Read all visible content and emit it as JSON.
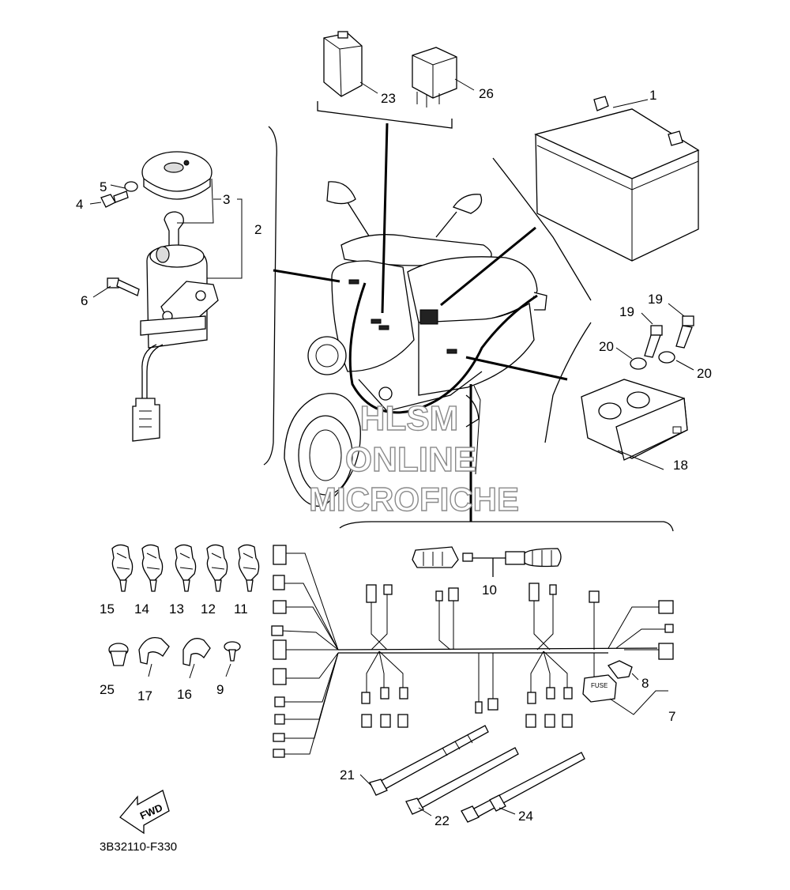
{
  "callouts": {
    "c1": "1",
    "c2": "2",
    "c3": "3",
    "c4": "4",
    "c5": "5",
    "c6": "6",
    "c7": "7",
    "c8": "8",
    "c9": "9",
    "c10": "10",
    "c11": "11",
    "c12": "12",
    "c13": "13",
    "c14": "14",
    "c15": "15",
    "c16": "16",
    "c17": "17",
    "c18": "18",
    "c19a": "19",
    "c19b": "19",
    "c20a": "20",
    "c20b": "20",
    "c21": "21",
    "c22": "22",
    "c23": "23",
    "c24": "24",
    "c25": "25",
    "c26": "26"
  },
  "watermark": {
    "line1": "HLSM",
    "line2": "ONLINE",
    "line3": "MICROFICHE"
  },
  "fwd_label": "FWD",
  "fuse_label": "FUSE",
  "diagram_code": "3B32110-F330"
}
